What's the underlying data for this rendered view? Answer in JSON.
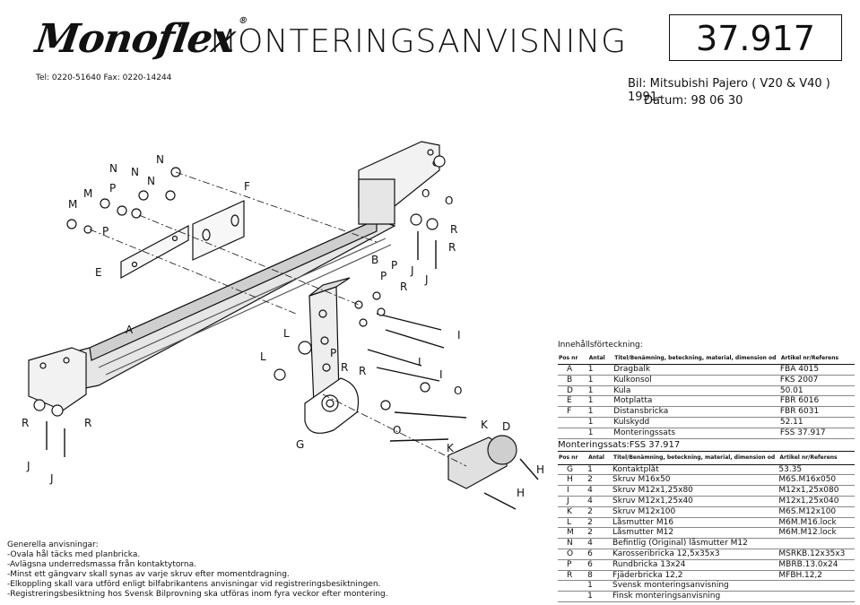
{
  "header": {
    "logo": "Monoflex",
    "logo_mark": "®",
    "contact": "Tel: 0220-51640 Fax: 0220-14244",
    "title": "MONTERINGSANVISNING",
    "doc_number": "37.917",
    "car": "Bil: Mitsubishi Pajero ( V20 & V40 ) 1991-",
    "date": "Datum: 98 06 30"
  },
  "drawing": {
    "labels": [
      "M",
      "M",
      "N",
      "N",
      "N",
      "P",
      "N",
      "F",
      "P",
      "E",
      "A",
      "L",
      "L",
      "P",
      "R",
      "R",
      "B",
      "P",
      "P",
      "R",
      "J",
      "J",
      "O",
      "O",
      "R",
      "R",
      "I",
      "I",
      "I",
      "O",
      "K",
      "D",
      "K",
      "G",
      "H",
      "H",
      "O",
      "R",
      "R",
      "J",
      "J"
    ]
  },
  "notes": {
    "lines": [
      "Generella anvisningar:",
      "-Ovala hål täcks med planbricka.",
      "-Avlägsna underredsmassa från kontaktytorna.",
      "-Minst ett gängvarv skall synas av varje skruv efter momentdragning.",
      "-Elkoppling skall vara utförd enligt bilfabrikantens anvisningar vid registreringsbesiktningen.",
      "-Registreringsbesiktning hos Svensk Bilprovning ska utföras inom fyra veckor efter montering."
    ]
  },
  "parts": {
    "title": "Innehållsförteckning:",
    "headers": [
      "Pos nr",
      "Antal",
      "Titel/Benämning, beteckning, material, dimension od",
      "Artikel nr/Referens"
    ],
    "rows1": [
      [
        "A",
        "1",
        "Dragbalk",
        "FBA 4015"
      ],
      [
        "B",
        "1",
        "Kulkonsol",
        "FKS 2007"
      ],
      [
        "D",
        "1",
        "Kula",
        "50.01"
      ],
      [
        "E",
        "1",
        "Motplatta",
        "FBR 6016"
      ],
      [
        "F",
        "1",
        "Distansbricka",
        "FBR 6031"
      ],
      [
        "",
        "1",
        "Kulskydd",
        "52.11"
      ],
      [
        "",
        "1",
        "Monteringssats",
        "FSS 37.917"
      ]
    ],
    "section2": "Monteringssats:FSS  37.917",
    "rows2": [
      [
        "G",
        "1",
        "Kontaktplåt",
        "53.35"
      ],
      [
        "H",
        "2",
        "Skruv M16x50",
        "M6S.M16x050"
      ],
      [
        "I",
        "4",
        "Skruv M12x1,25x80",
        "M12x1,25x080"
      ],
      [
        "J",
        "4",
        "Skruv M12x1,25x40",
        "M12x1,25x040"
      ],
      [
        "K",
        "2",
        "Skruv M12x100",
        "M6S.M12x100"
      ],
      [
        "L",
        "2",
        "Låsmutter M16",
        "M6M.M16.lock"
      ],
      [
        "M",
        "2",
        "Låsmutter M12",
        "M6M.M12.lock"
      ],
      [
        "N",
        "4",
        "Befintlig (Original) låsmutter M12",
        ""
      ],
      [
        "O",
        "6",
        "Karosseribricka 12,5x35x3",
        "MSRKB.12x35x3"
      ],
      [
        "P",
        "6",
        "Rundbricka 13x24",
        "MBRB.13.0x24"
      ],
      [
        "R",
        "8",
        "Fjäderbricka 12,2",
        "MFBH.12,2"
      ],
      [
        "",
        "1",
        "Svensk monteringsanvisning",
        ""
      ],
      [
        "",
        "1",
        "Finsk monteringsanvisning",
        ""
      ]
    ]
  }
}
